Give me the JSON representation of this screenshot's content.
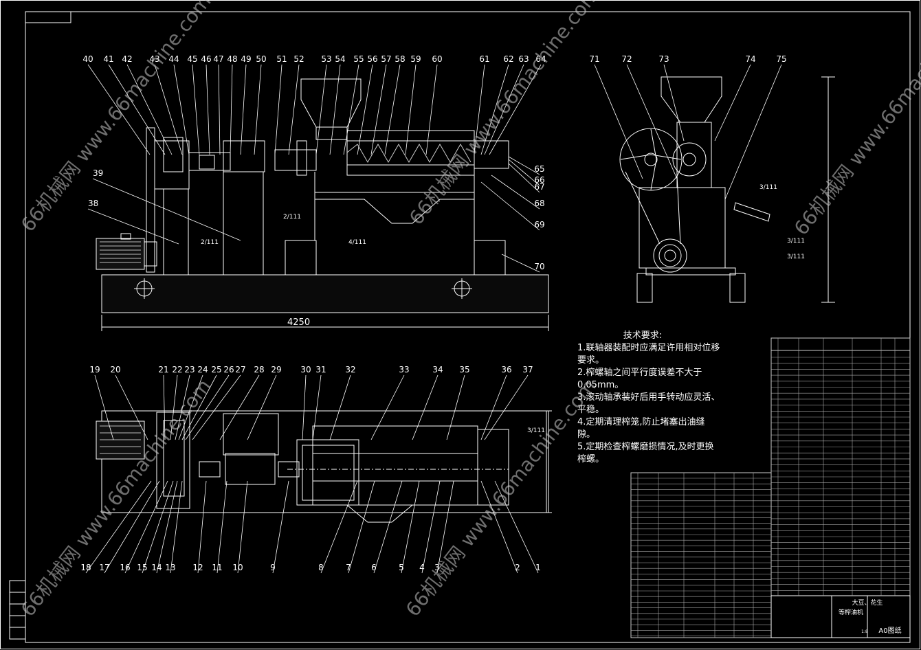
{
  "dimensions": {
    "overall_length": "4250"
  },
  "section_refs": {
    "a": "2/111",
    "b": "4/111",
    "c": "2/111",
    "d": "3/111",
    "e": "3/111",
    "f": "3/111",
    "g": "3/111"
  },
  "tech_requirements": {
    "title": "技术要求:",
    "items": [
      "1.联轴器装配时应满足许用相对位移要求。",
      "2.榨螺轴之间平行度误差不大于0.05mm。",
      "3.滚动轴承装好后用手转动应灵活、平稳。",
      "4.定期清理榨笼,防止堵塞出油缝隙。",
      "5.定期检查榨螺磨损情况,及时更换榨螺。"
    ]
  },
  "callouts_top": [
    "40",
    "41",
    "42",
    "43",
    "44",
    "45",
    "46",
    "47",
    "48",
    "49",
    "50",
    "51",
    "52",
    "53",
    "54",
    "55",
    "56",
    "57",
    "58",
    "59",
    "60",
    "61",
    "62",
    "63",
    "64"
  ],
  "callouts_right_side": [
    "65",
    "66",
    "67",
    "68",
    "69",
    "70"
  ],
  "callouts_left_side": [
    "39",
    "38"
  ],
  "callouts_end_view": [
    "71",
    "72",
    "73",
    "74",
    "75"
  ],
  "callouts_plan_top": [
    "19",
    "20",
    "21",
    "22",
    "23",
    "24",
    "25",
    "26",
    "27",
    "28",
    "29",
    "30",
    "31",
    "32",
    "33",
    "34",
    "35",
    "36",
    "37"
  ],
  "callouts_plan_bottom": [
    "18",
    "17",
    "16",
    "15",
    "14",
    "13",
    "12",
    "11",
    "10",
    "9",
    "8",
    "7",
    "6",
    "5",
    "4",
    "3",
    "2",
    "1"
  ],
  "title_block": {
    "title_line1": "大豆、花生",
    "title_line2": "等榨油机",
    "sheet": "A0图纸",
    "scale": "1:8"
  },
  "watermark": "66机械网 www.66machine.com"
}
